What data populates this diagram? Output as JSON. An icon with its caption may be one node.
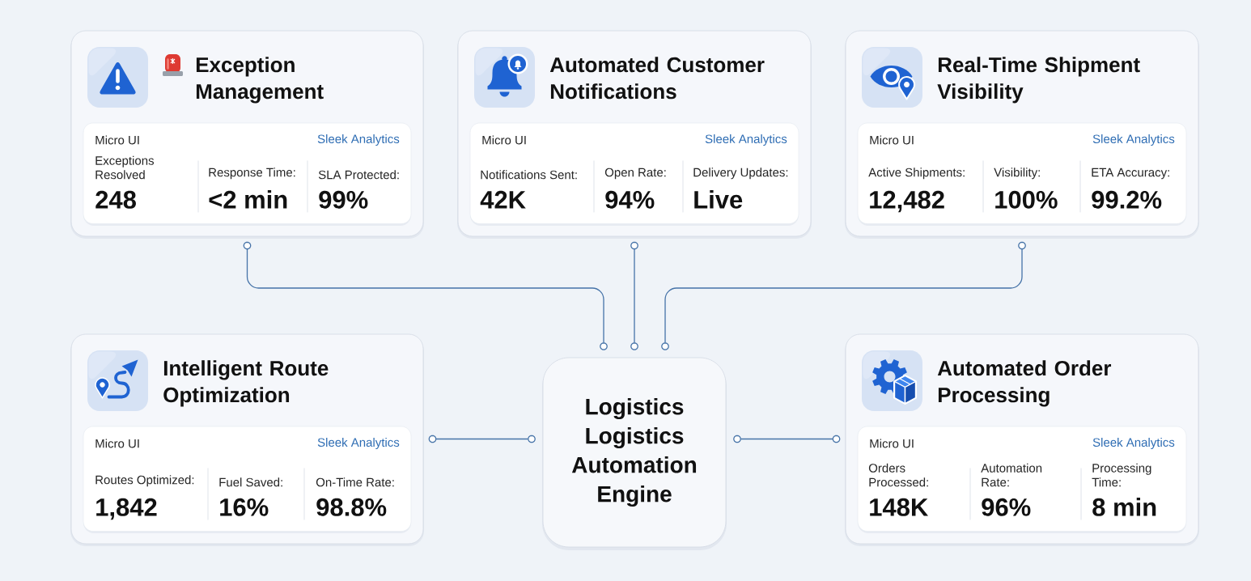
{
  "diagram": {
    "nodes": [
      {
        "text": [
          "Exception Management"
        ]
      },
      {
        "text": [
          "Micro UI",
          "Sleek Analytics",
          "Exceptions Resolved",
          "248",
          "Response Time:",
          "<2 min",
          "SLA Protected:",
          "99%"
        ],
        "in": 0
      },
      {
        "text": [
          "Automated Customer Notifications"
        ]
      },
      {
        "text": [
          "Micro UI",
          "Sleek Analytics",
          "Notifications Sent:",
          "42K",
          "Open Rate:",
          "94%",
          "Delivery Updates:",
          "Live"
        ],
        "in": 2
      },
      {
        "text": [
          "Real-Time Shipment Visibility"
        ]
      },
      {
        "text": [
          "Micro UI",
          "Sleek Analytics",
          "Active Shipments:",
          "12,482",
          "Visibility:",
          "100%",
          "ETA Accuracy:",
          "99.2%"
        ],
        "in": 4
      },
      {
        "text": [
          "Intelligent Route Optimization"
        ]
      },
      {
        "text": [
          "Micro UI",
          "Sleek Analytics",
          "Routes Optimized:",
          "1,842",
          "Fuel Saved:",
          "16%",
          "On-Time Rate:",
          "98.8%"
        ],
        "in": 6
      },
      {
        "text": [
          "Logistics Logistics Automation Engine"
        ]
      },
      {
        "text": [
          "Automated Order Processing"
        ]
      },
      {
        "text": [
          "Micro UI",
          "Sleek Analytics",
          "Orders Processed:",
          "148K",
          "Automation Rate:",
          "96%",
          "Processing Time:",
          "8 min"
        ],
        "in": 9
      }
    ],
    "edges": [
      {
        "from": 0,
        "to": 8,
        "arrow": "other"
      },
      {
        "from": 2,
        "to": 8,
        "arrow": "other"
      },
      {
        "from": 4,
        "to": 8,
        "arrow": "other"
      },
      {
        "from": 6,
        "to": 8,
        "arrow": "other"
      },
      {
        "from": 9,
        "to": 8,
        "arrow": "other"
      }
    ]
  }
}
